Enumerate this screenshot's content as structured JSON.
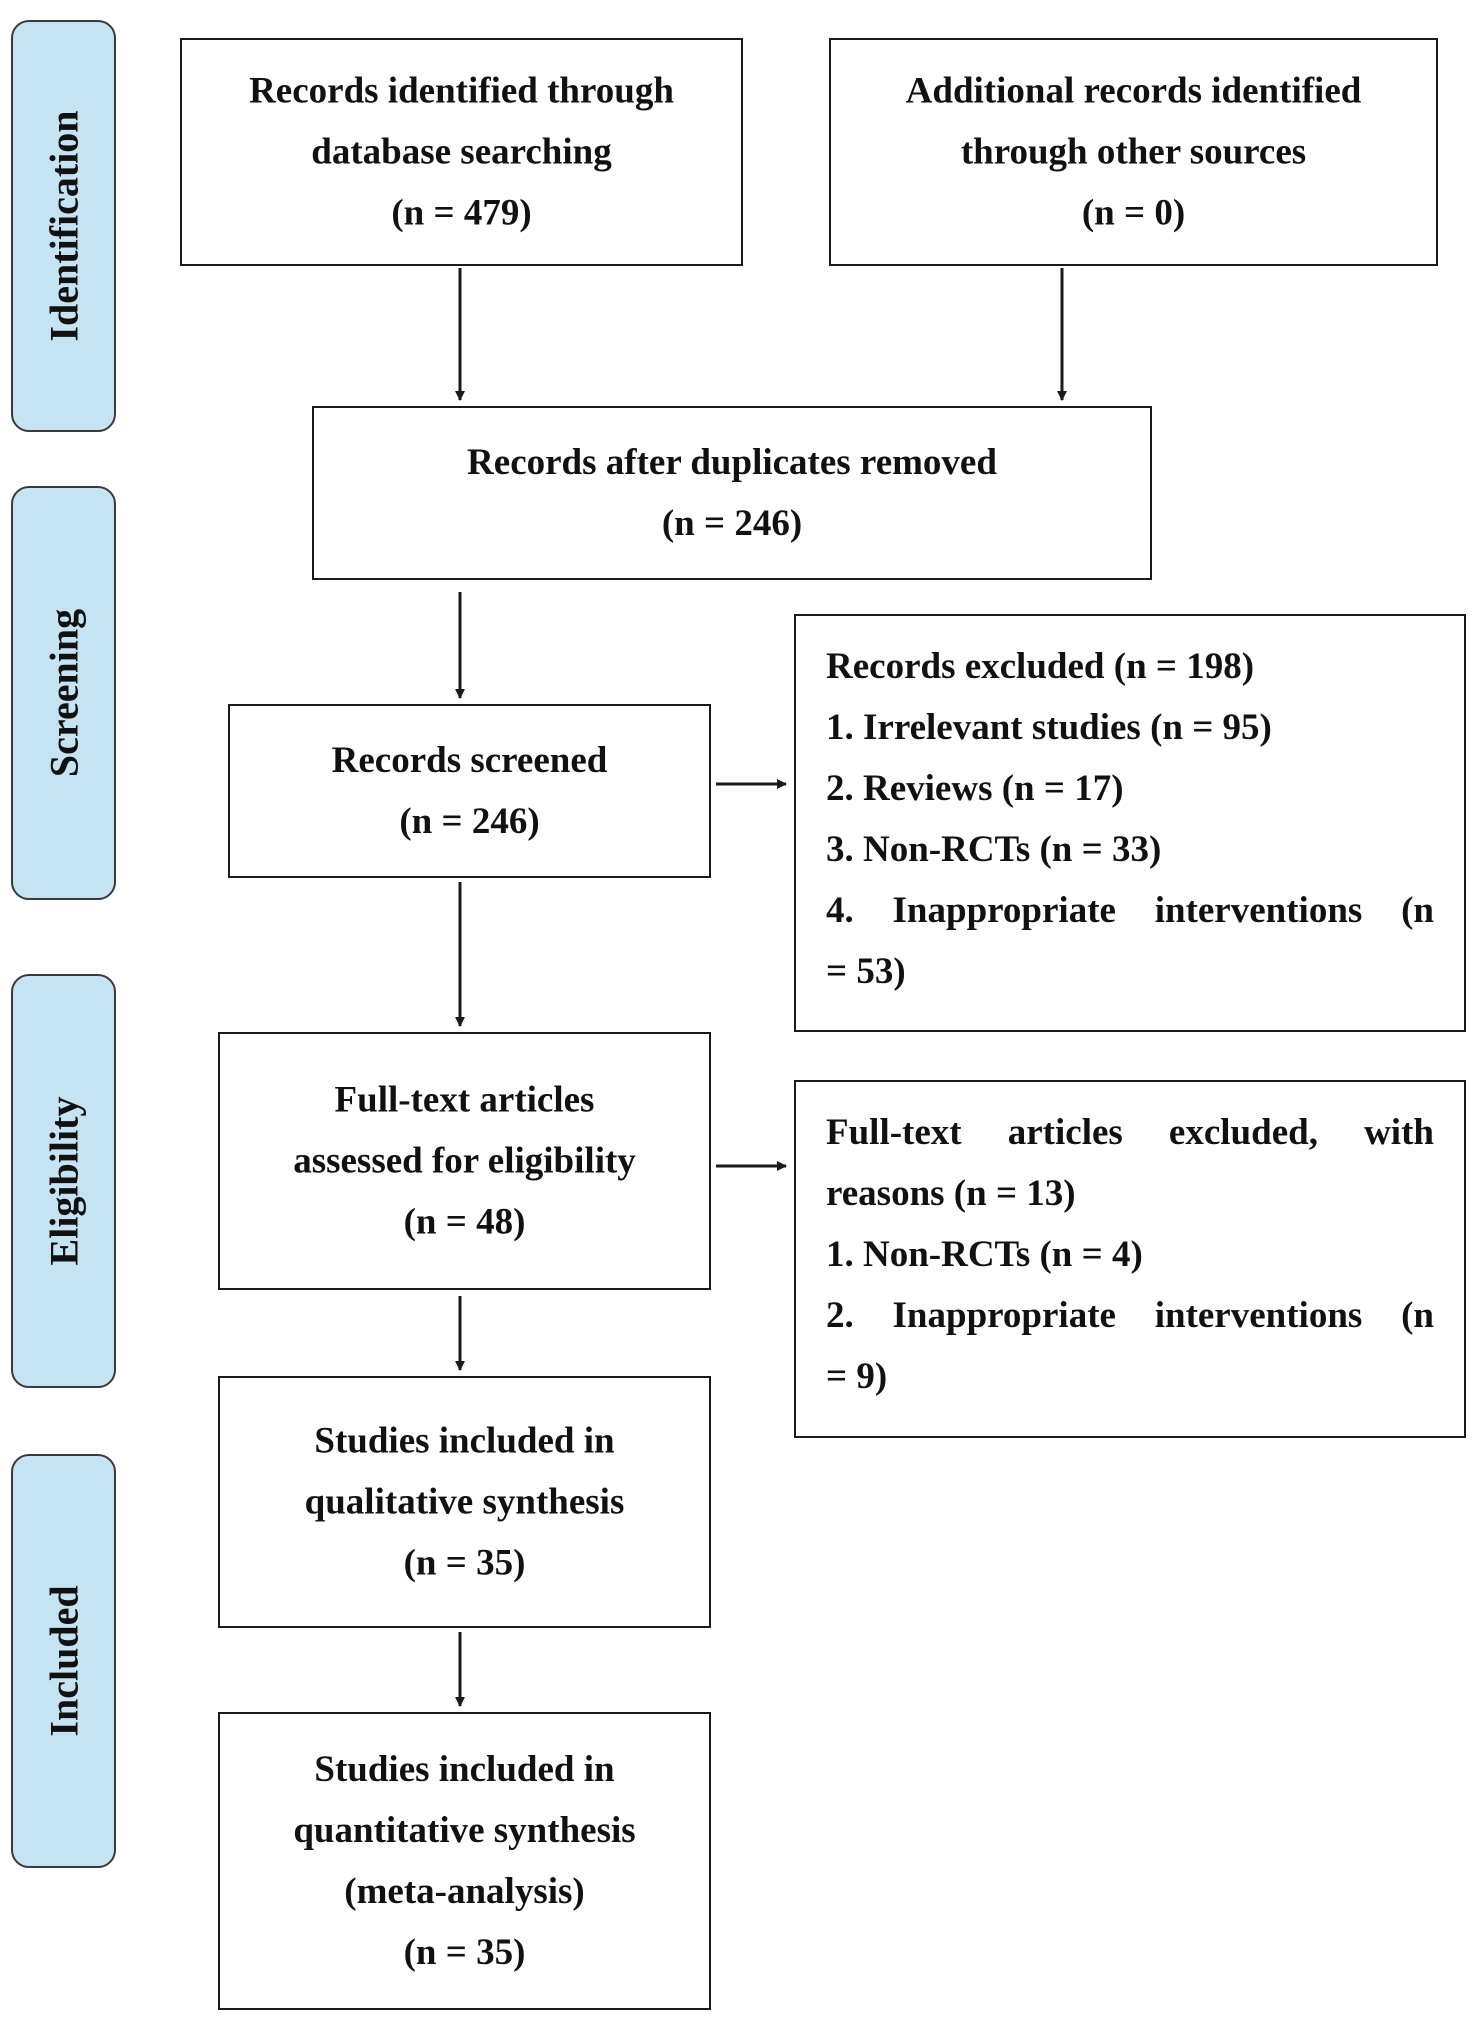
{
  "phases": {
    "identification": "Identification",
    "screening": "Screening",
    "eligibility": "Eligibility",
    "included": "Included"
  },
  "boxes": {
    "database": {
      "line1": "Records identified through",
      "line2": "database searching",
      "count": "(n = 479)"
    },
    "other_sources": {
      "line1": "Additional records identified",
      "line2": "through other sources",
      "count": "(n = 0)"
    },
    "duplicates_removed": {
      "line1": "Records after duplicates removed",
      "count": "(n = 246)"
    },
    "screened": {
      "line1": "Records screened",
      "count": "(n = 246)"
    },
    "records_excluded": {
      "header": "Records excluded (n = 198)",
      "items": [
        "1. Irrelevant studies (n = 95)",
        "2. Reviews (n = 17)",
        "3. Non-RCTs (n = 33)",
        "4. Inappropriate interventions (n",
        "= 53)"
      ]
    },
    "full_text_assessed": {
      "line1": "Full-text articles",
      "line2": "assessed for eligibility",
      "count": "(n = 48)"
    },
    "full_text_excluded": {
      "header1": "Full-text articles excluded, with",
      "header2": "reasons (n = 13)",
      "items": [
        "1. Non-RCTs (n = 4)",
        "2. Inappropriate interventions (n",
        "= 9)"
      ]
    },
    "qualitative": {
      "line1": "Studies included in",
      "line2": "qualitative synthesis",
      "count": "(n = 35)"
    },
    "quantitative": {
      "line1": "Studies included in",
      "line2": "quantitative synthesis",
      "line3": "(meta-analysis)",
      "count": "(n = 35)"
    }
  },
  "colors": {
    "phase_fill": "#c6e3f3",
    "line": "#1a1a1a"
  }
}
